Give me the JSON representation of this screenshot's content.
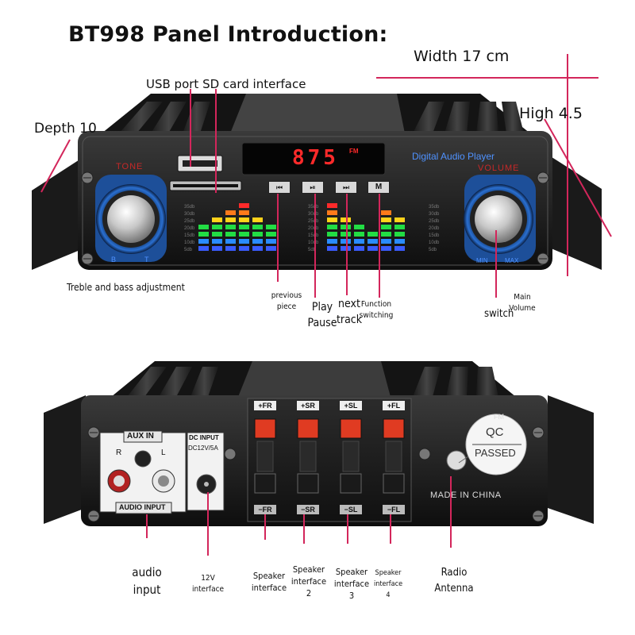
{
  "title": "BT998 Panel Introduction:",
  "dimensions": {
    "width": "Width 17 cm",
    "high": "High 4.5",
    "depth": "Depth 10"
  },
  "front_panel": {
    "usb_sd_label": "USB port SD card interface",
    "display": "875",
    "display_fm": "FM",
    "brand_text": "Digital Audio Player",
    "tone_label": "TONE",
    "volume_label": "VOLUME",
    "tone_b": "B",
    "tone_t": "T",
    "vol_min": "MIN",
    "vol_max": "MAX",
    "button_icons": [
      "prev-track-icon",
      "play-pause-icon",
      "next-track-icon",
      "mode-icon"
    ],
    "mode_button_text": "M",
    "eq_bands": [
      "35db",
      "30db",
      "25db",
      "20db",
      "15db",
      "10db",
      "5db"
    ],
    "labels": {
      "treble_bass": "Treble and bass adjustment",
      "previous": [
        "previous",
        "piece"
      ],
      "play": [
        "Play",
        "Pause"
      ],
      "next": [
        "next",
        "track"
      ],
      "function": [
        "Function",
        "switching"
      ],
      "switch": "switch",
      "main_volume": [
        "Main",
        "Volume"
      ]
    }
  },
  "back_panel": {
    "aux_in": "AUX IN",
    "r": "R",
    "l": "L",
    "audio_input_tag": "AUDIO INPUT",
    "dc_input": "DC INPUT",
    "dc_spec": "DC12V/5A",
    "speaker_top": [
      "+FR",
      "+SR",
      "+SL",
      "+FL"
    ],
    "speaker_bottom": [
      "−FR",
      "−SR",
      "−SL",
      "−FL"
    ],
    "made_in": "MADE IN CHINA",
    "qc": "QC",
    "passed": "PASSED",
    "fm_ant": "FM",
    "labels": {
      "audio_input": [
        "audio",
        "input"
      ],
      "v12": [
        "12V",
        "interface"
      ],
      "speaker1": [
        "Speaker",
        "interface"
      ],
      "speaker2": [
        "Speaker",
        "interface",
        "2"
      ],
      "speaker3": [
        "Speaker",
        "interface",
        "3"
      ],
      "speaker4": [
        "Speaker",
        "interface",
        "4"
      ],
      "radio": [
        "Radio",
        "Antenna"
      ]
    }
  },
  "colors": {
    "accent_line": "#d3265b",
    "body": "#1b1b1b",
    "knob_ring": "#2a6fd0",
    "display_red": "#ff2a2a",
    "terminal_red": "#e03b22"
  }
}
